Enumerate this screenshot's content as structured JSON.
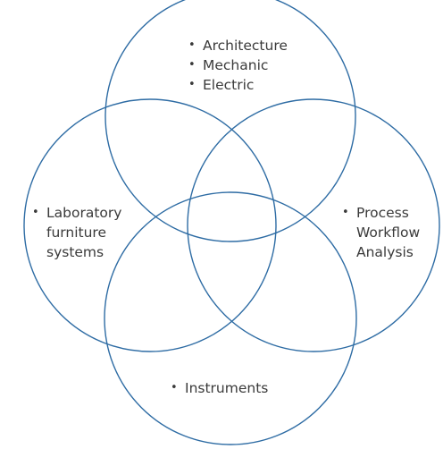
{
  "diagram": {
    "stroke_color": "#2e6ca4",
    "circles": [
      {
        "id": "top"
      },
      {
        "id": "left"
      },
      {
        "id": "right"
      },
      {
        "id": "bottom"
      }
    ],
    "groups": {
      "top": {
        "items": [
          "Architecture",
          "Mechanic",
          "Electric"
        ]
      },
      "left": {
        "items": [
          "Laboratory furniture systems"
        ]
      },
      "right": {
        "items": [
          "Process Workflow Analysis"
        ]
      },
      "bottom": {
        "items": [
          "Instruments"
        ]
      }
    }
  }
}
